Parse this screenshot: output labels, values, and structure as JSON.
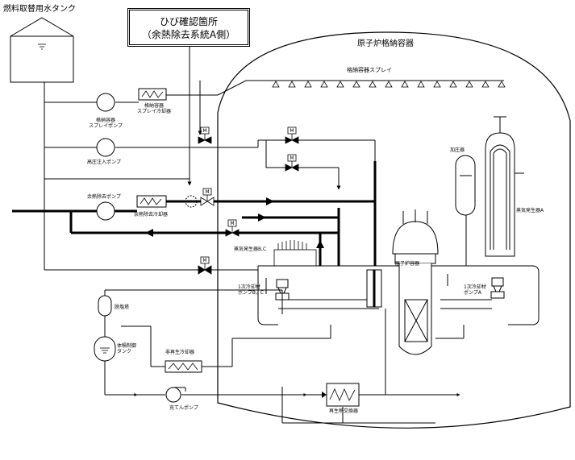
{
  "title_tank": "燃料取替用水タンク",
  "callout": {
    "line1": "ひび確認箇所",
    "line2": "（余熱除去系統A側）"
  },
  "containment": "原子炉格納容器",
  "spray_header": "格納容器スプレイ",
  "components": {
    "cs_pump_line1": "格納容器",
    "cs_pump_line2": "スプレイポンプ",
    "cs_cooler_line1": "格納容器",
    "cs_cooler_line2": "スプレイ冷却器",
    "hpi_pump": "高圧注入ポンプ",
    "rhr_pump": "余熱除去ポンプ",
    "rhr_cooler": "余熱除去冷却器",
    "pressurizer": "加圧器",
    "sg_a": "蒸気発生器A",
    "sg_bc": "蒸気発生器B,C",
    "reactor_vessel": "原子炉容器",
    "rcp_bc_line1": "1次冷却材",
    "rcp_bc_line2": "ポンプB，C",
    "rcp_a_line1": "1次冷却材",
    "rcp_a_line2": "ポンプA",
    "deaerator": "脱塩塔",
    "vct_line1": "体積制御",
    "vct_line2": "タンク",
    "letdown_cooler": "非再生冷却器",
    "charging_pump": "充てんポンプ",
    "regen_hx": "再生熱交換器"
  },
  "valve_letter": "M",
  "colors": {
    "line": "#000000",
    "background": "#ffffff"
  }
}
